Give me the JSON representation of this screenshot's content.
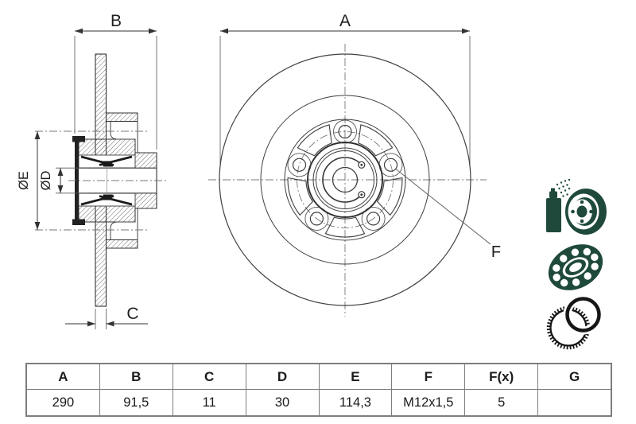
{
  "drawing": {
    "dimension_labels": {
      "a": "A",
      "b": "B",
      "c": "C",
      "diameter_e": "ØE",
      "diameter_d": "ØD",
      "f": "F"
    }
  },
  "table": {
    "headers": [
      "A",
      "B",
      "C",
      "D",
      "E",
      "F",
      "F(x)",
      "G"
    ],
    "values": [
      "290",
      "91,5",
      "11",
      "30",
      "114,3",
      "M12x1,5",
      "5",
      ""
    ]
  },
  "legend_icons": [
    "spray-can-coated-disc-icon",
    "wheel-bearing-icon",
    "abs-tone-ring-icon"
  ],
  "colors": {
    "line": "#3c3c3c",
    "brand_green": "#1f4a3b",
    "ring_black": "#161616"
  }
}
